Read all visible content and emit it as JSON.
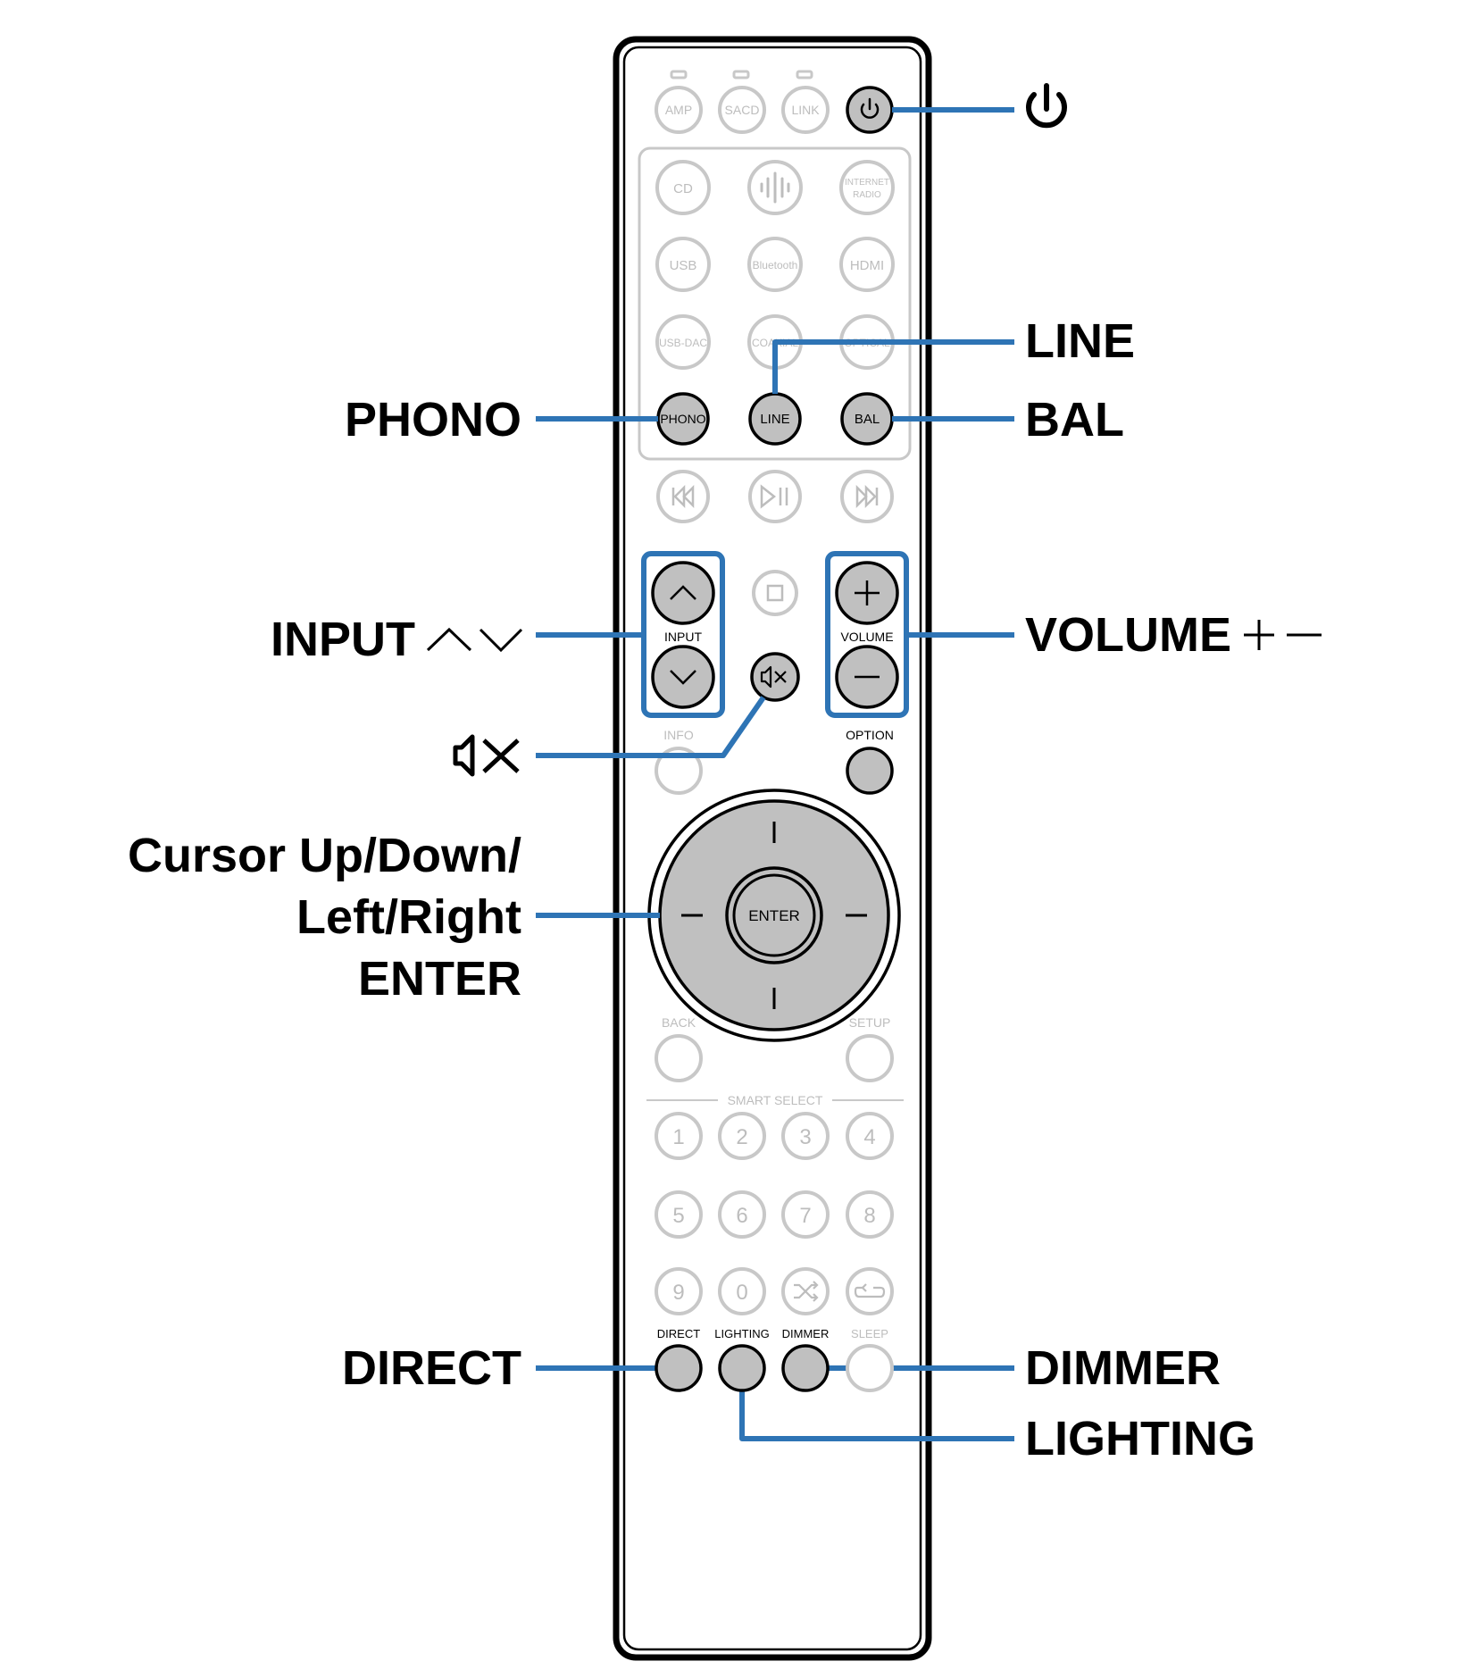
{
  "remote": {
    "top_buttons": [
      "AMP",
      "SACD",
      "LINK"
    ],
    "source_buttons": [
      [
        "CD",
        "",
        "INTERNET RADIO"
      ],
      [
        "USB",
        "Bluetooth",
        "HDMI"
      ],
      [
        "USB-DAC",
        "COAXIAL",
        "OPTICAL"
      ]
    ],
    "active_source_buttons": [
      "PHONO",
      "LINE",
      "BAL"
    ],
    "input_label": "INPUT",
    "volume_label": "VOLUME",
    "info_label": "INFO",
    "option_label": "OPTION",
    "enter_label": "ENTER",
    "back_label": "BACK",
    "setup_label": "SETUP",
    "smart_select_label": "SMART SELECT",
    "number_buttons": [
      [
        "1",
        "2",
        "3",
        "4"
      ],
      [
        "5",
        "6",
        "7",
        "8"
      ],
      [
        "9",
        "0"
      ]
    ],
    "bottom_labels": [
      "DIRECT",
      "LIGHTING",
      "DIMMER",
      "SLEEP"
    ]
  },
  "callouts": {
    "line": "LINE",
    "phono": "PHONO",
    "bal": "BAL",
    "input": "INPUT",
    "volume": "VOLUME",
    "cursor_line1": "Cursor Up/Down/",
    "cursor_line2": "Left/Right",
    "cursor_line3": "ENTER",
    "direct": "DIRECT",
    "dimmer": "DIMMER",
    "lighting": "LIGHTING"
  },
  "colors": {
    "leader": "#2e74b5",
    "active_button": "#c0c0c0",
    "inactive_outline": "#c8c8c8"
  }
}
